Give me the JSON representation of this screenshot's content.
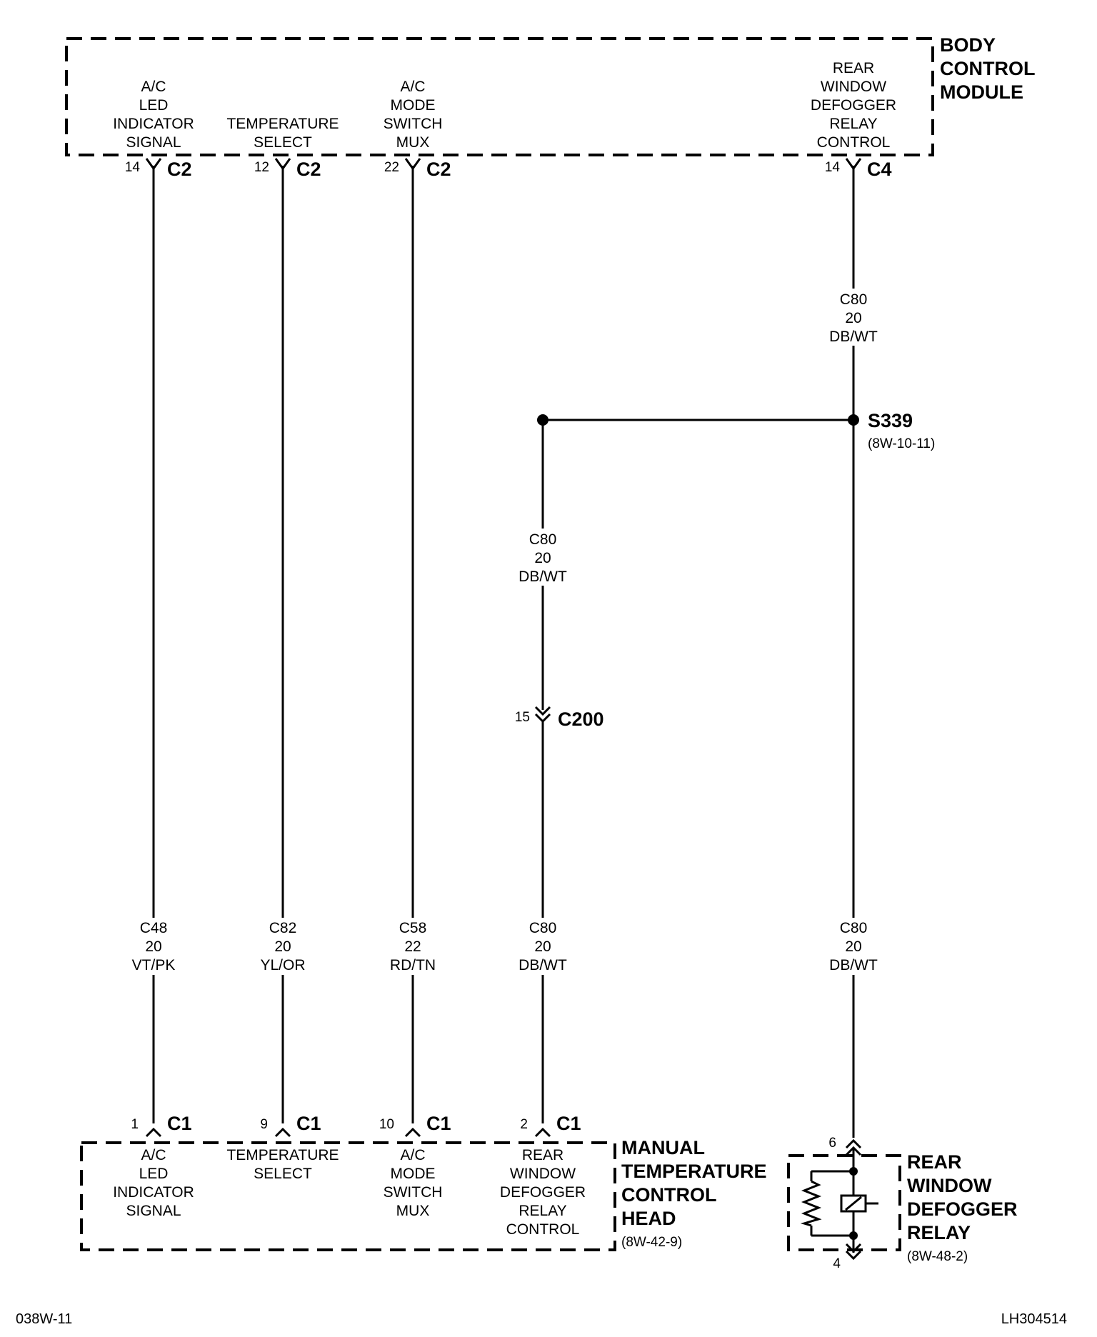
{
  "bcm": {
    "title": [
      "BODY",
      "CONTROL",
      "MODULE"
    ],
    "terminals": [
      {
        "label": [
          "A/C",
          "LED",
          "INDICATOR",
          "SIGNAL"
        ],
        "pin": "14",
        "connector": "C2"
      },
      {
        "label": [
          "TEMPERATURE",
          "SELECT"
        ],
        "pin": "12",
        "connector": "C2"
      },
      {
        "label": [
          "A/C",
          "MODE",
          "SWITCH",
          "MUX"
        ],
        "pin": "22",
        "connector": "C2"
      },
      {
        "label": [
          "REAR",
          "WINDOW",
          "DEFOGGER",
          "RELAY",
          "CONTROL"
        ],
        "pin": "14",
        "connector": "C4"
      }
    ]
  },
  "splice": {
    "name": "S339",
    "ref": "(8W-10-11)"
  },
  "inline_connector": {
    "pin": "15",
    "name": "C200"
  },
  "wires": {
    "bcm_to_splice": [
      "C80",
      "20",
      "DB/WT"
    ],
    "splice_branch_upper": [
      "C80",
      "20",
      "DB/WT"
    ],
    "a": [
      "C48",
      "20",
      "VT/PK"
    ],
    "b": [
      "C82",
      "20",
      "YL/OR"
    ],
    "c": [
      "C58",
      "22",
      "RD/TN"
    ],
    "d": [
      "C80",
      "20",
      "DB/WT"
    ],
    "e": [
      "C80",
      "20",
      "DB/WT"
    ]
  },
  "head": {
    "title": [
      "MANUAL",
      "TEMPERATURE",
      "CONTROL",
      "HEAD"
    ],
    "ref": "(8W-42-9)",
    "terminals": [
      {
        "label": [
          "A/C",
          "LED",
          "INDICATOR",
          "SIGNAL"
        ],
        "pin": "1",
        "connector": "C1"
      },
      {
        "label": [
          "TEMPERATURE",
          "SELECT"
        ],
        "pin": "9",
        "connector": "C1"
      },
      {
        "label": [
          "A/C",
          "MODE",
          "SWITCH",
          "MUX"
        ],
        "pin": "10",
        "connector": "C1"
      },
      {
        "label": [
          "REAR",
          "WINDOW",
          "DEFOGGER",
          "RELAY",
          "CONTROL"
        ],
        "pin": "2",
        "connector": "C1"
      }
    ]
  },
  "relay": {
    "title": [
      "REAR",
      "WINDOW",
      "DEFOGGER",
      "RELAY"
    ],
    "ref": "(8W-48-2)",
    "pin_top": "6",
    "pin_bottom": "4"
  },
  "footer": {
    "left": "038W-11",
    "right": "LH304514"
  }
}
